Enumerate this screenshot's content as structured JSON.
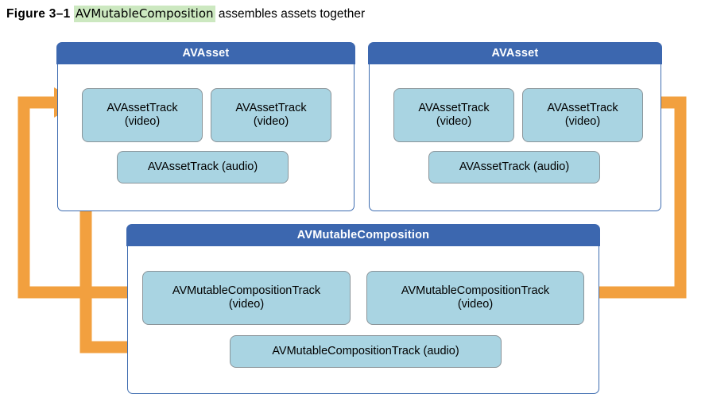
{
  "caption": {
    "figure_label": "Figure 3–1",
    "code_term": "AVMutableComposition",
    "tail_text": " assembles assets together"
  },
  "colors": {
    "header_blue": "#3c67af",
    "box_border_blue": "#3d6cb0",
    "track_fill": "#a9d4e2",
    "track_border": "#8a9499",
    "arrow_orange": "#f2a03f",
    "highlight_green": "#cce8c0",
    "page_background": "#ffffff"
  },
  "diagram": {
    "asset_left": {
      "title": "AVAsset",
      "tracks": [
        {
          "name": "AVAssetTrack",
          "kind": "(video)",
          "label": "AVAssetTrack\n(video)"
        },
        {
          "name": "AVAssetTrack",
          "kind": "(video)",
          "label": "AVAssetTrack\n(video)"
        },
        {
          "name": "AVAssetTrack",
          "kind": "(audio)",
          "label": "AVAssetTrack (audio)"
        }
      ]
    },
    "asset_right": {
      "title": "AVAsset",
      "tracks": [
        {
          "name": "AVAssetTrack",
          "kind": "(video)",
          "label": "AVAssetTrack\n(video)"
        },
        {
          "name": "AVAssetTrack",
          "kind": "(video)",
          "label": "AVAssetTrack\n(video)"
        },
        {
          "name": "AVAssetTrack",
          "kind": "(audio)",
          "label": "AVAssetTrack (audio)"
        }
      ]
    },
    "composition": {
      "title": "AVMutableComposition",
      "tracks": [
        {
          "name": "AVMutableCompositionTrack",
          "kind": "(video)",
          "label": "AVMutableCompositionTrack\n(video)"
        },
        {
          "name": "AVMutableCompositionTrack",
          "kind": "(video)",
          "label": "AVMutableCompositionTrack\n(video)"
        },
        {
          "name": "AVMutableCompositionTrack",
          "kind": "(audio)",
          "label": "AVMutableCompositionTrack (audio)"
        }
      ]
    },
    "connectors": [
      {
        "id": "left-video-connector",
        "from": "composition.video-track-1",
        "to": "asset_left.video-track-1",
        "direction": "up-left-then-right"
      },
      {
        "id": "left-audio-connector",
        "from": "composition.audio-track",
        "to": "asset_left.audio-track",
        "direction": "up-left-then-right"
      },
      {
        "id": "right-video-connector",
        "from": "composition.video-track-2",
        "to": "asset_right.video-track-2",
        "direction": "up-right-then-left"
      }
    ]
  }
}
